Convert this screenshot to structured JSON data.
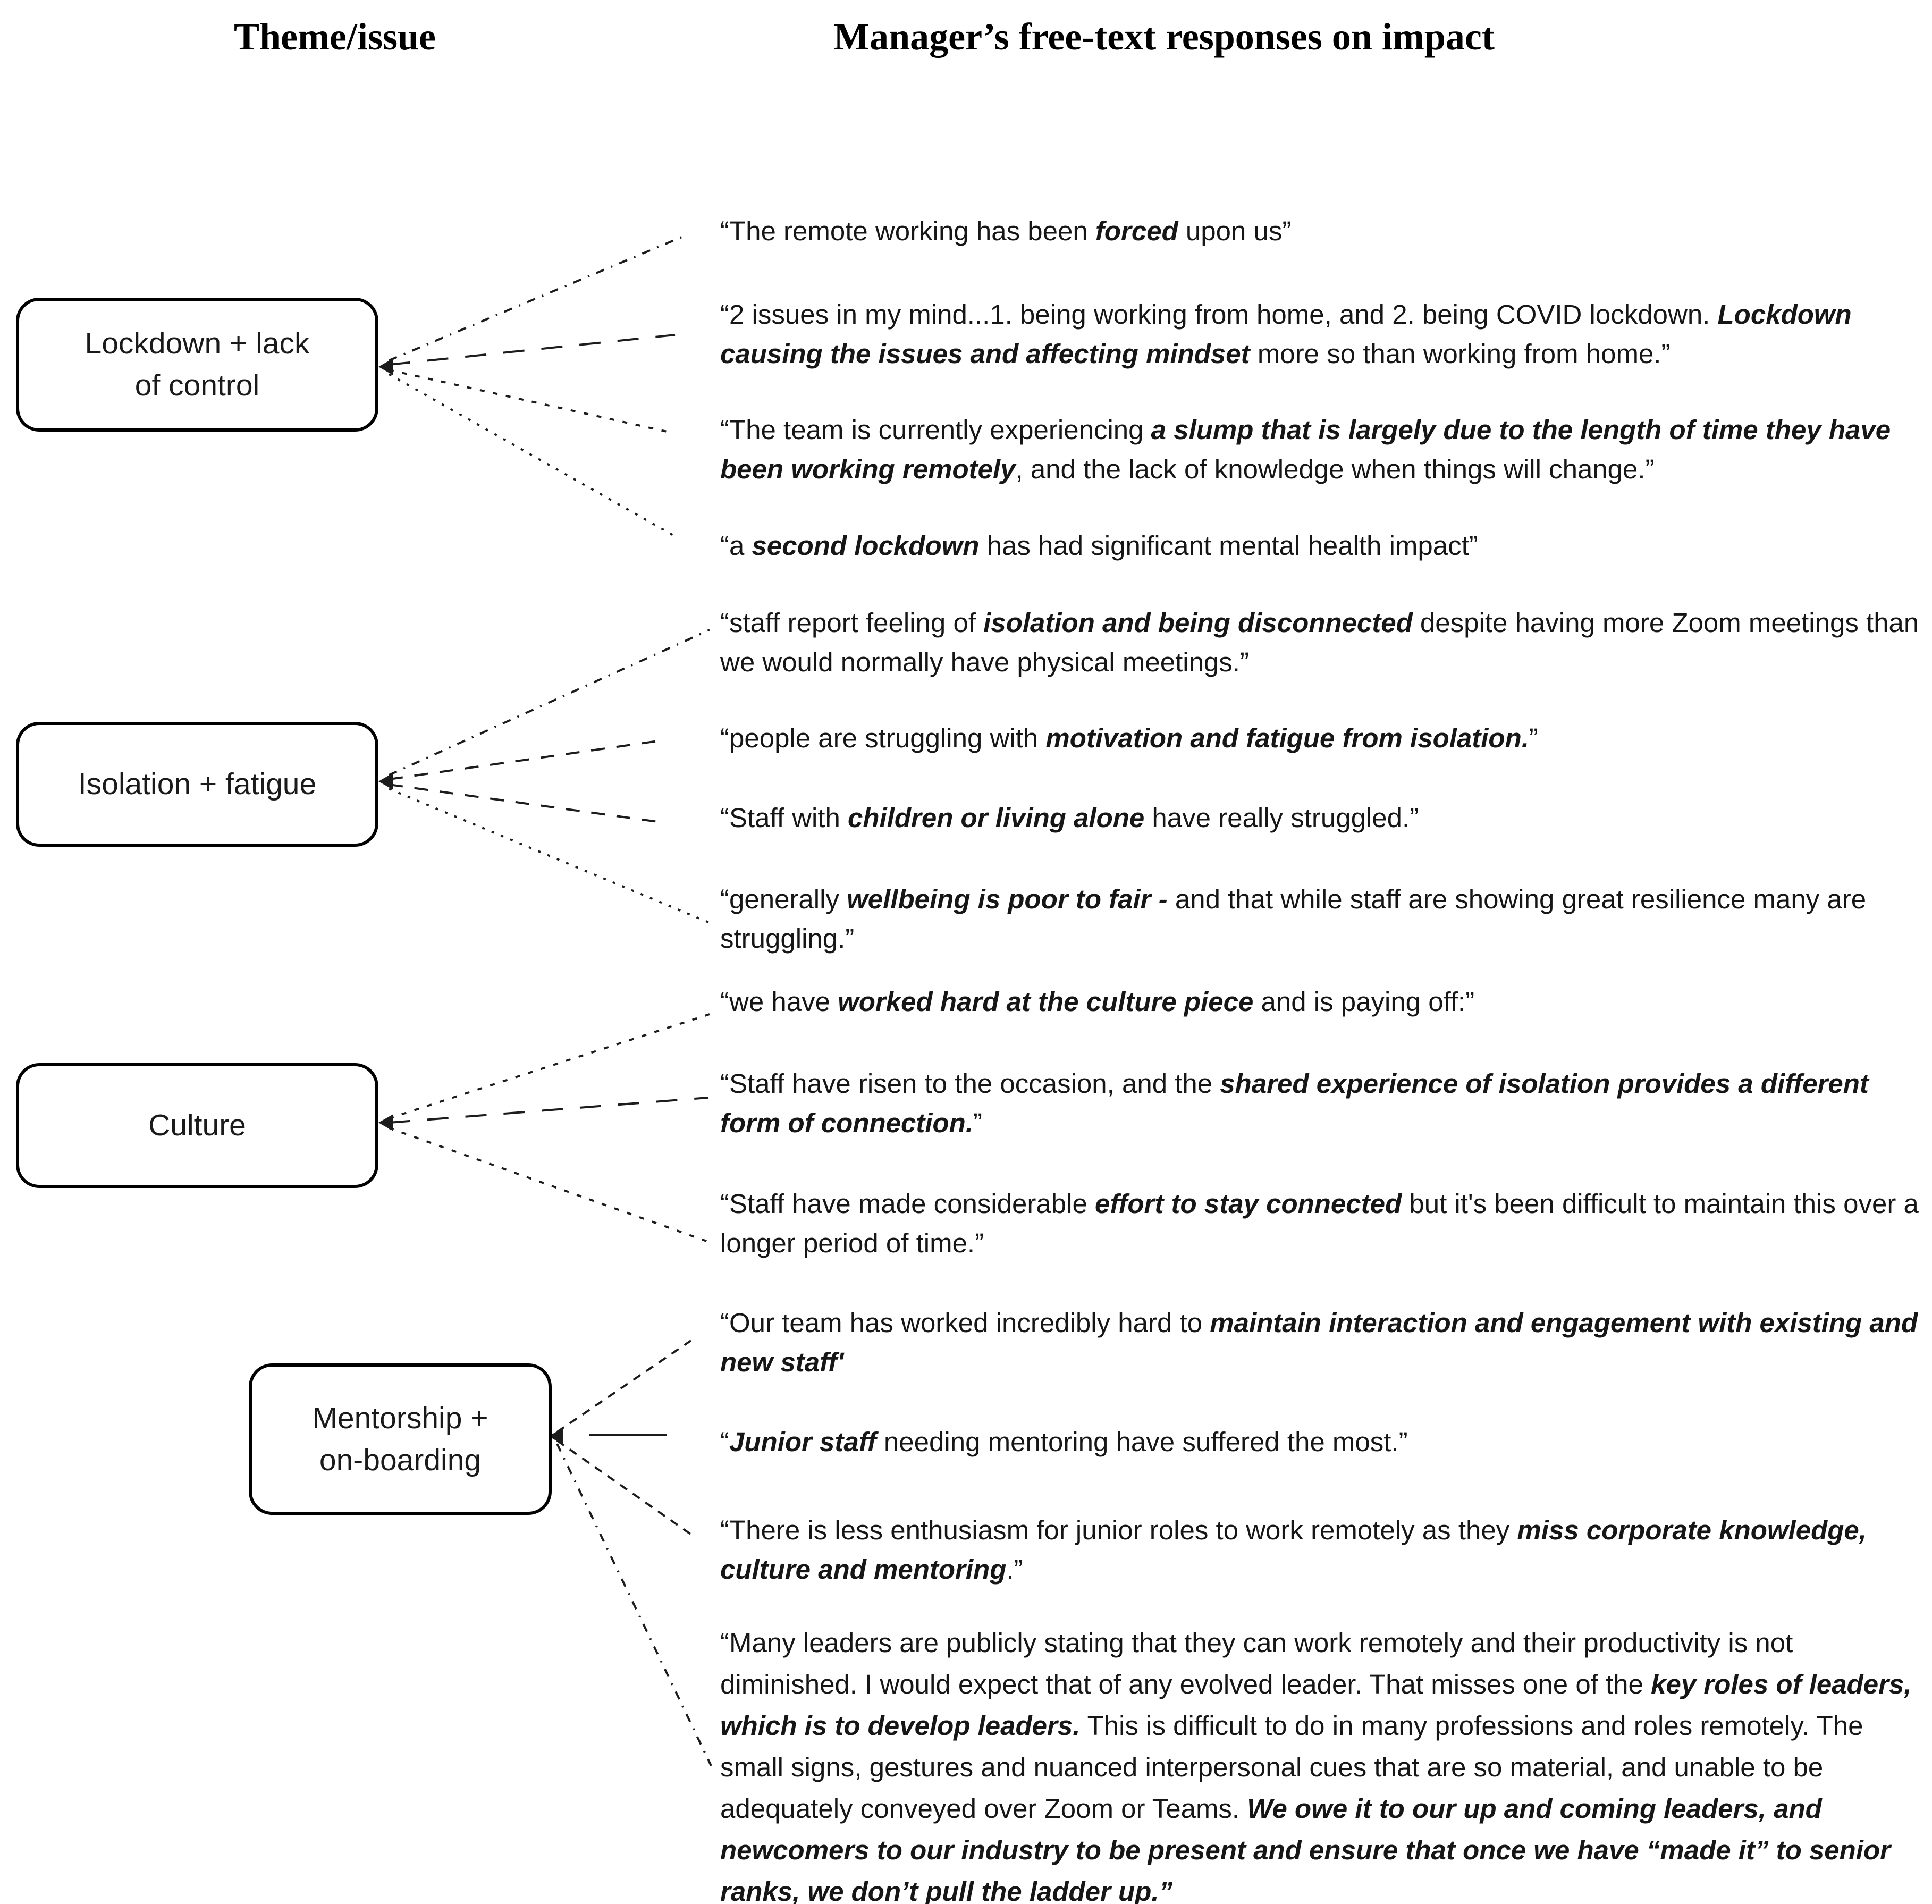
{
  "header": {
    "col1": "Theme/issue",
    "col2": "Manager’s free-text responses on impact"
  },
  "themes": [
    {
      "label": "Lockdown + lack\nof control",
      "quote_indices": [
        0,
        1,
        2,
        3
      ]
    },
    {
      "label": "Isolation + fatigue",
      "quote_indices": [
        4,
        5,
        6,
        7
      ]
    },
    {
      "label": "Culture",
      "quote_indices": [
        8,
        9,
        10
      ]
    },
    {
      "label": "Mentorship +\non-boarding",
      "quote_indices": [
        11,
        12,
        13,
        14
      ]
    }
  ],
  "quotes": [
    [
      {
        "t": "“The remote working has been ",
        "b": false
      },
      {
        "t": "forced",
        "b": true
      },
      {
        "t": " upon us”",
        "b": false
      }
    ],
    [
      {
        "t": "“2 issues in my mind...1. being working from home, and 2. being COVID lockdown. ",
        "b": false
      },
      {
        "t": "Lockdown causing the issues and affecting mindset",
        "b": true
      },
      {
        "t": " more so than working from home.”",
        "b": false
      }
    ],
    [
      {
        "t": "“The team is currently experiencing ",
        "b": false
      },
      {
        "t": "a slump that is largely due to the length of time they have been working remotely",
        "b": true
      },
      {
        "t": ", and the lack of knowledge when things will change.”",
        "b": false
      }
    ],
    [
      {
        "t": "“a ",
        "b": false
      },
      {
        "t": "second lockdown",
        "b": true
      },
      {
        "t": " has had significant mental health impact”",
        "b": false
      }
    ],
    [
      {
        "t": "“staff report feeling of ",
        "b": false
      },
      {
        "t": "isolation and being disconnected",
        "b": true
      },
      {
        "t": " despite having more Zoom meetings than we would normally have physical meetings.”",
        "b": false
      }
    ],
    [
      {
        "t": "“people are struggling with ",
        "b": false
      },
      {
        "t": "motivation and fatigue from isolation.",
        "b": true
      },
      {
        "t": "”",
        "b": false
      }
    ],
    [
      {
        "t": "“Staff with ",
        "b": false
      },
      {
        "t": "children or living alone",
        "b": true
      },
      {
        "t": " have really struggled.”",
        "b": false
      }
    ],
    [
      {
        "t": "“generally ",
        "b": false
      },
      {
        "t": "wellbeing is poor to fair -",
        "b": true
      },
      {
        "t": " and that while staff are showing great resilience many are struggling.”",
        "b": false
      }
    ],
    [
      {
        "t": "“we have ",
        "b": false
      },
      {
        "t": "worked hard at the culture piece",
        "b": true
      },
      {
        "t": " and is paying off:”",
        "b": false
      }
    ],
    [
      {
        "t": "“Staff have risen to the occasion, and the ",
        "b": false
      },
      {
        "t": "shared experience of isolation provides a different form of connection.",
        "b": true
      },
      {
        "t": "”",
        "b": false
      }
    ],
    [
      {
        "t": "“Staff have made considerable ",
        "b": false
      },
      {
        "t": "effort to stay connected",
        "b": true
      },
      {
        "t": " but it's been difficult to maintain this over a longer period of time.”",
        "b": false
      }
    ],
    [
      {
        "t": "“Our team has worked incredibly hard to ",
        "b": false
      },
      {
        "t": "maintain interaction and engagement with existing and new staff'",
        "b": true
      }
    ],
    [
      {
        "t": "“",
        "b": false
      },
      {
        "t": "Junior staff",
        "b": true
      },
      {
        "t": " needing mentoring have suffered the most.”",
        "b": false
      }
    ],
    [
      {
        "t": "“There is less enthusiasm for junior roles to work remotely as they ",
        "b": false
      },
      {
        "t": "miss corporate knowledge, culture and mentoring",
        "b": true
      },
      {
        "t": ".”",
        "b": false
      }
    ],
    [
      {
        "t": "“Many leaders are publicly stating that they can work remotely and their productivity is not diminished. I would expect that of any evolved leader. That misses one of the ",
        "b": false
      },
      {
        "t": "key roles of leaders, which is to develop leaders.",
        "b": true
      },
      {
        "t": " This is difficult to do in many professions and roles remotely. The small signs, gestures and nuanced interpersonal cues that are so material, and unable to be adequately conveyed over Zoom or Teams. ",
        "b": false
      },
      {
        "t": "We owe it to our up and coming leaders, and newcomers to our industry to be present and ensure that once we have “made it” to senior ranks, we don’t pull the ladder up.”",
        "b": true
      }
    ]
  ]
}
